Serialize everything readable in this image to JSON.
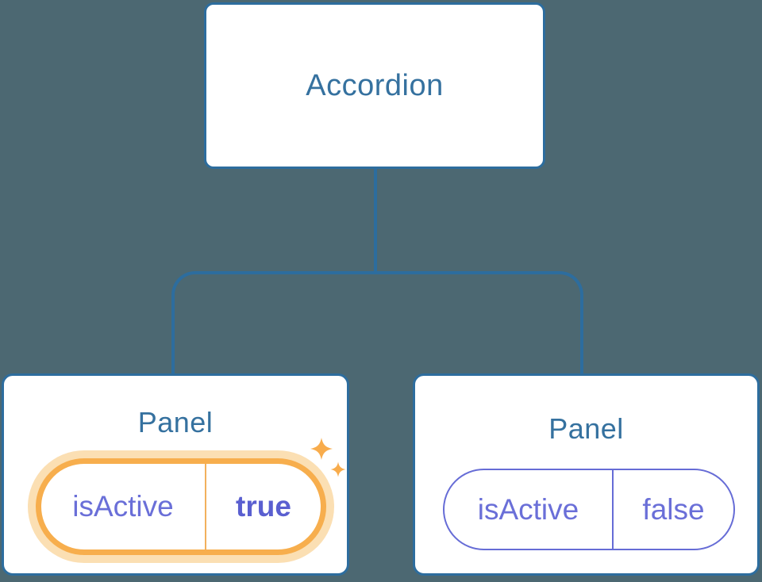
{
  "diagram": {
    "root": {
      "label": "Accordion"
    },
    "panels": [
      {
        "title": "Panel",
        "prop": "isActive",
        "value": "true",
        "highlighted": true,
        "badge_icon": "sparkles-icon"
      },
      {
        "title": "Panel",
        "prop": "isActive",
        "value": "false",
        "highlighted": false
      }
    ]
  },
  "colors": {
    "background": "#4C6872",
    "node_border_blue": "#2D6D9E",
    "node_text_blue": "#35719F",
    "state_text_purple": "#6A6FD8",
    "state_value_active_purple": "#5A5FD0",
    "state_border_purple": "#666CD6",
    "highlight_ring_orange": "#F7AE4D",
    "highlight_glow_orange": "#FBDFB3",
    "sparkle_orange": "#F8AC4C"
  }
}
